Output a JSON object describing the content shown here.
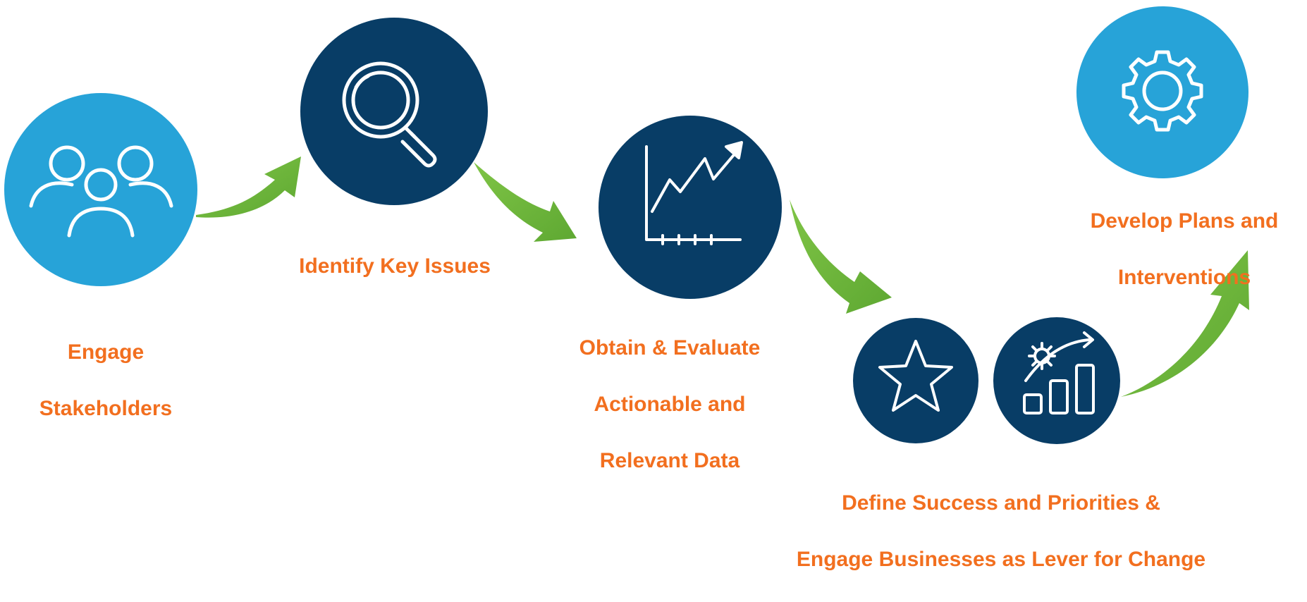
{
  "colors": {
    "light_blue": "#27a3d8",
    "navy": "#083d66",
    "green": "#6cb33f",
    "orange": "#f26f1f",
    "icon_stroke": "#ffffff"
  },
  "steps": [
    {
      "id": "engage",
      "lines": [
        "Engage",
        "Stakeholders"
      ],
      "icons": [
        "people-group-icon"
      ]
    },
    {
      "id": "identify",
      "lines": [
        "Identify Key Issues"
      ],
      "icons": [
        "magnifying-glass-icon"
      ]
    },
    {
      "id": "obtain",
      "lines": [
        "Obtain & Evaluate",
        "Actionable and",
        "Relevant Data"
      ],
      "icons": [
        "line-chart-icon"
      ]
    },
    {
      "id": "define",
      "lines": [
        "Define Success and Priorities &",
        "Engage Businesses as Lever for Change"
      ],
      "icons": [
        "star-icon",
        "growth-bar-chart-icon"
      ]
    },
    {
      "id": "develop",
      "lines": [
        "Develop Plans and",
        "Interventions"
      ],
      "icons": [
        "gear-icon"
      ]
    }
  ]
}
